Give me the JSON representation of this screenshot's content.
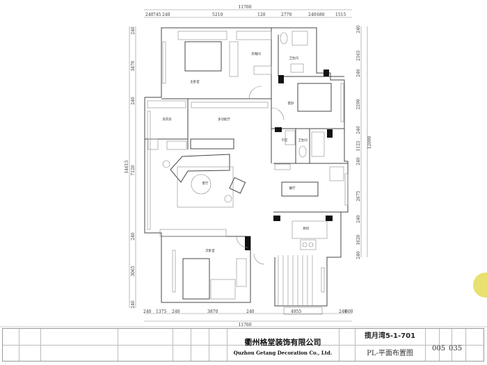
{
  "dimensions": {
    "top_total": "11760",
    "top": [
      "240",
      "745",
      "240",
      "5210",
      "120",
      "2770",
      "240",
      "680",
      "1515"
    ],
    "bottom_total": "11760",
    "bottom": [
      "240",
      "1375",
      "240",
      "3870",
      "240",
      "4955",
      "240",
      "600"
    ],
    "left_total": "14615",
    "left": [
      "240",
      "3470",
      "240",
      "7120",
      "240",
      "3065",
      "240"
    ],
    "right_total": "12090",
    "right": [
      "240",
      "2165",
      "240",
      "2290",
      "240",
      "1125",
      "240",
      "2675",
      "240",
      "1620",
      "240"
    ]
  },
  "rooms": {
    "master_bedroom": "主卧室",
    "cloakroom": "衣帽间",
    "bathroom_1": "卫生间",
    "guest_bedroom": "客卧",
    "laundry": "洗衣房",
    "multi_hall": "多功能厅",
    "dry_area": "干区",
    "bathroom_2": "卫生间",
    "living_room": "客厅",
    "dining_room": "餐厅",
    "kitchen": "厨房",
    "second_bedroom": "次卧室"
  },
  "title_block": {
    "company_cn": "衢州格堂装饰有限公司",
    "company_en": "Quzhou Getang Decoration Co., Ltd.",
    "project": "揽月湾5-1-701",
    "drawing_name": "PL-平面布置图",
    "page": "005",
    "total": "035"
  },
  "colors": {
    "logo": "#e8e070"
  }
}
